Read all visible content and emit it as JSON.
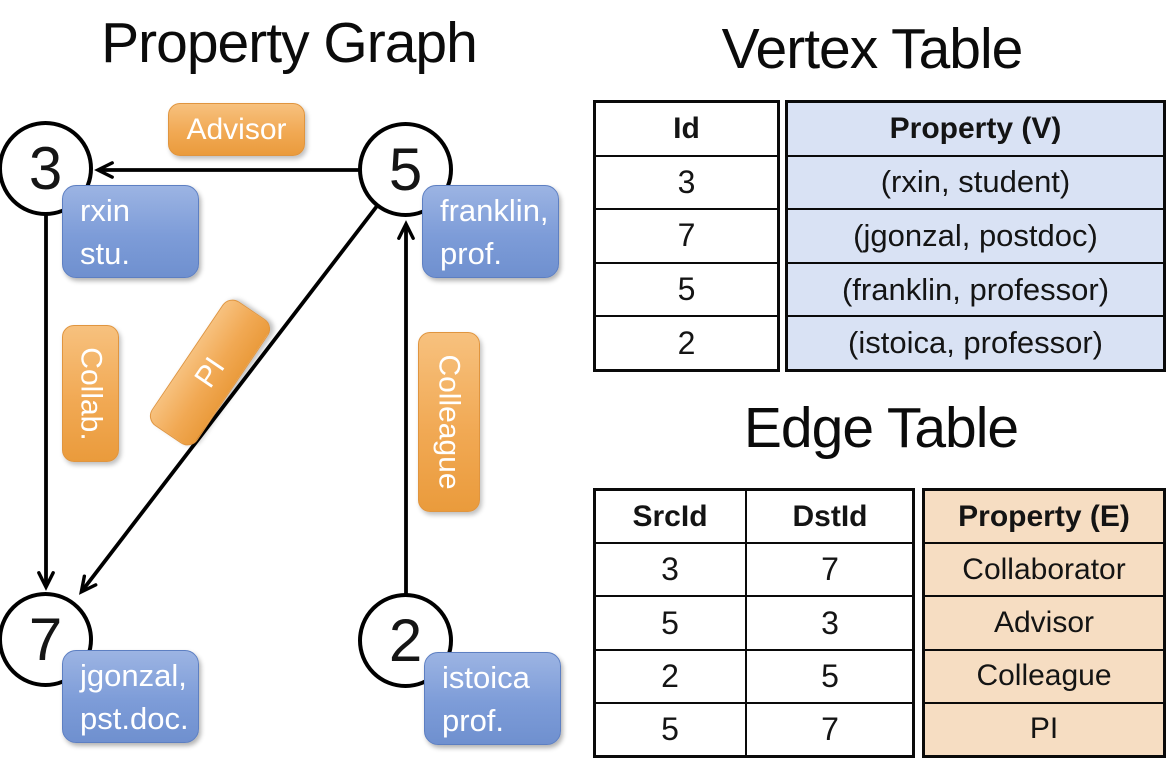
{
  "graph": {
    "title": "Property Graph",
    "nodes": {
      "n3": {
        "id": "3",
        "line1": "rxin",
        "line2": "stu."
      },
      "n5": {
        "id": "5",
        "line1": "franklin,",
        "line2": "prof."
      },
      "n7": {
        "id": "7",
        "line1": "jgonzal,",
        "line2": "pst.doc."
      },
      "n2": {
        "id": "2",
        "line1": "istoica",
        "line2": "prof."
      }
    },
    "edge_labels": {
      "advisor": "Advisor",
      "collab": "Collab.",
      "pi": "PI",
      "colleague": "Colleague"
    }
  },
  "vertex_table": {
    "title": "Vertex Table",
    "columns": {
      "id": "Id",
      "property": "Property (V)"
    },
    "rows": [
      {
        "id": "3",
        "property": "(rxin, student)"
      },
      {
        "id": "7",
        "property": "(jgonzal, postdoc)"
      },
      {
        "id": "5",
        "property": "(franklin, professor)"
      },
      {
        "id": "2",
        "property": "(istoica, professor)"
      }
    ]
  },
  "edge_table": {
    "title": "Edge Table",
    "columns": {
      "src": "SrcId",
      "dst": "DstId",
      "property": "Property (E)"
    },
    "rows": [
      {
        "src": "3",
        "dst": "7",
        "property": "Collaborator"
      },
      {
        "src": "5",
        "dst": "3",
        "property": "Advisor"
      },
      {
        "src": "2",
        "dst": "5",
        "property": "Colleague"
      },
      {
        "src": "5",
        "dst": "7",
        "property": "PI"
      }
    ]
  },
  "colors": {
    "badge_orange": "#F1A954",
    "node_label_blue": "#7D9CD8",
    "vertex_cell_blue": "#D9E2F4",
    "edge_cell_tan": "#F6DDC2",
    "line_black": "#000000"
  }
}
